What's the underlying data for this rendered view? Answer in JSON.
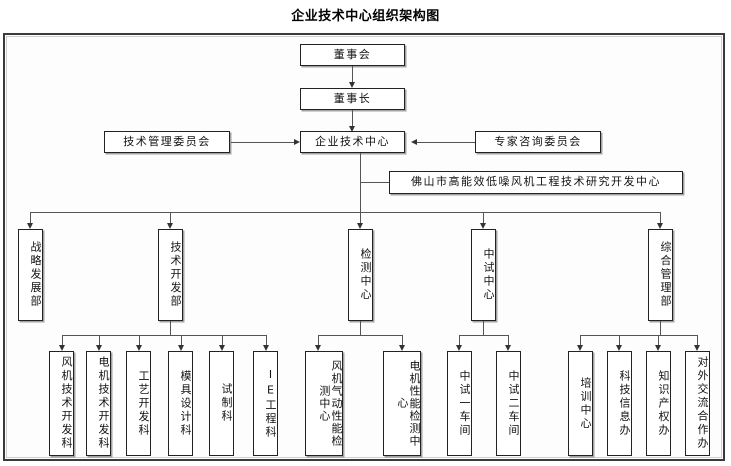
{
  "title": "企业技术中心组织架构图",
  "chart_data": {
    "type": "diagram",
    "subtype": "organization-chart",
    "orientation": "top-down",
    "title": "企业技术中心组织架构图"
  },
  "nodes": {
    "board": "董事会",
    "chairman": "董事长",
    "center": "企业技术中心",
    "tech_mgmt_committee": "技术管理委员会",
    "expert_committee": "专家咨询委员会",
    "engineering_center": "佛山市高能效低噪风机工程技术研究开发中心"
  },
  "departments": [
    {
      "id": "strategy",
      "label": "战略发展部"
    },
    {
      "id": "rnd",
      "label": "技术开发部"
    },
    {
      "id": "testing",
      "label": "检测中心"
    },
    {
      "id": "pilot",
      "label": "中试中心"
    },
    {
      "id": "admin",
      "label": "综合管理部"
    }
  ],
  "sections": {
    "rnd_children": [
      {
        "id": "fan-tech-dev",
        "label": "风机技术开发科"
      },
      {
        "id": "motor-tech-dev",
        "label": "电机技术开发科"
      },
      {
        "id": "process-dev",
        "label": "工艺开发科"
      },
      {
        "id": "mold-design",
        "label": "模具设计科"
      },
      {
        "id": "prototype",
        "label": "试制科"
      },
      {
        "id": "ie-engineering",
        "label": "IE工程科"
      }
    ],
    "testing_children": [
      {
        "id": "fan-aero-test",
        "label": "风机气动性能检测中心"
      },
      {
        "id": "motor-perf-test",
        "label": "电机性能检测中心"
      }
    ],
    "pilot_children": [
      {
        "id": "pilot-shop-1",
        "label": "中试一车间"
      },
      {
        "id": "pilot-shop-2",
        "label": "中试二车间"
      }
    ],
    "admin_children": [
      {
        "id": "training",
        "label": "培训中心"
      },
      {
        "id": "sci-tech-info",
        "label": "科技信息办"
      },
      {
        "id": "ip-office",
        "label": "知识产权办"
      },
      {
        "id": "external-coop",
        "label": "对外交流合作办"
      }
    ]
  },
  "colors": {
    "border": "#222222",
    "line": "#555555",
    "frame": "#3a3a3a",
    "background": "#ffffff"
  }
}
